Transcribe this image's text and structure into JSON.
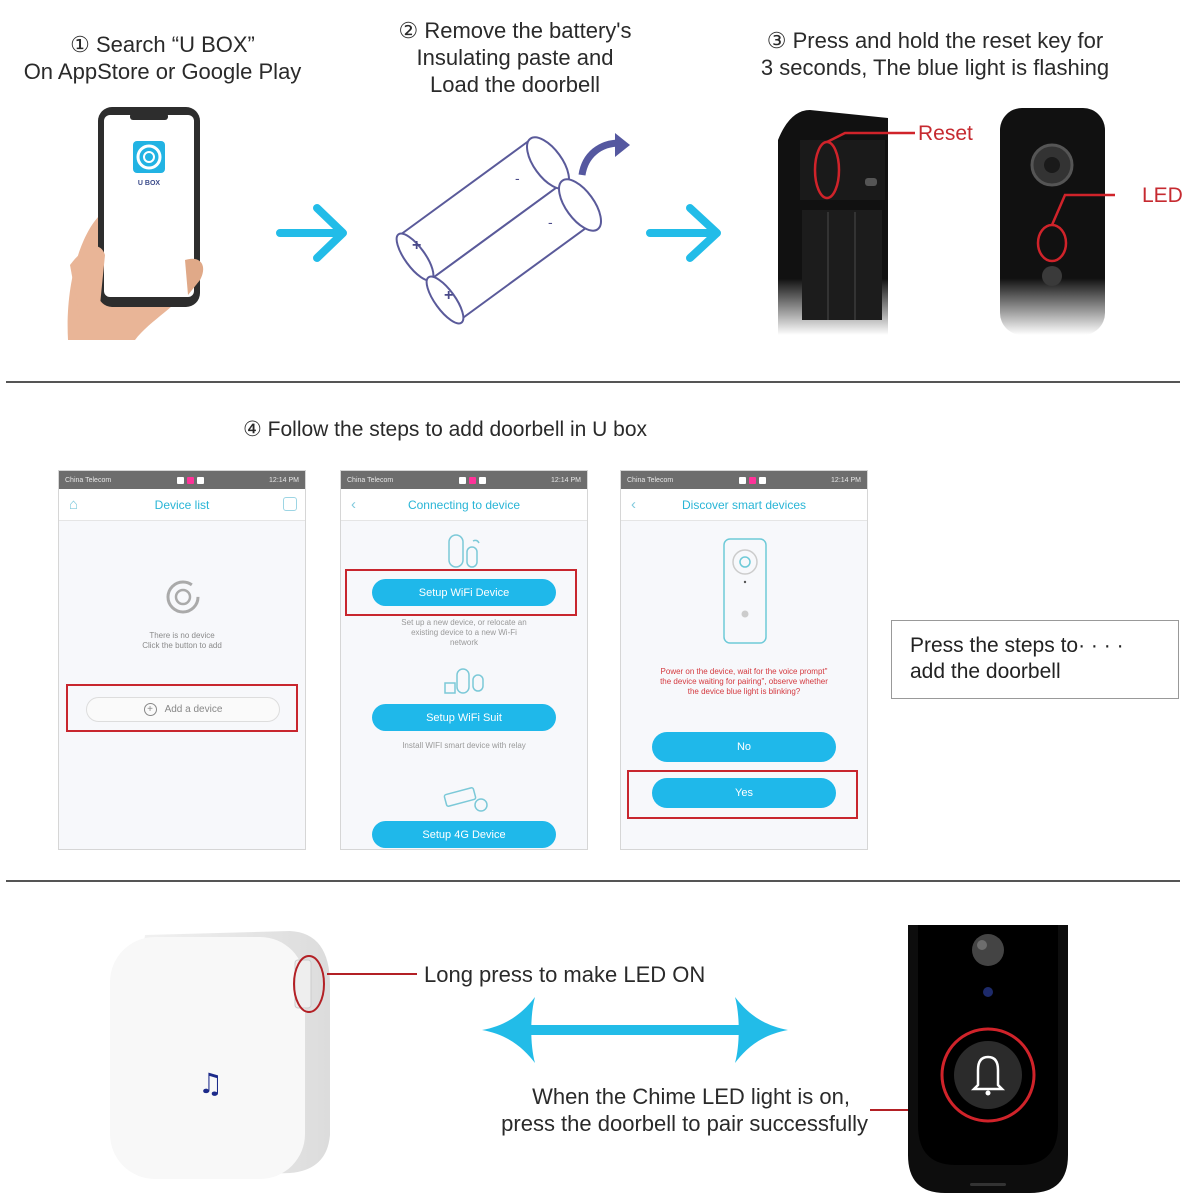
{
  "steps": {
    "step1": {
      "line1": "① Search “U BOX”",
      "line2": "On AppStore or Google Play",
      "app_label": "U BOX"
    },
    "step2": {
      "line1": "② Remove the battery's",
      "line2": "Insulating paste and",
      "line3": "Load the doorbell",
      "plus": "+",
      "minus": "-"
    },
    "step3": {
      "line1": "③ Press and hold the reset key for",
      "line2": "3 seconds, The blue light is flashing",
      "reset_label": "Reset",
      "led_label": "LED"
    },
    "step4": {
      "title": "④  Follow the steps to add doorbell in U box"
    }
  },
  "phones": [
    {
      "status": {
        "carrier": "China Telecom",
        "time": "12:14 PM"
      },
      "title": "Device list",
      "empty_line1": "There is no device",
      "empty_line2": "Click the button to add",
      "add_button": "Add a device"
    },
    {
      "status": {
        "carrier": "China Telecom",
        "time": "12:14 PM"
      },
      "title": "Connecting to device",
      "options": [
        {
          "label": "Setup WiFi Device",
          "hint": "Set up a new device, or relocate an existing device to a new Wi-Fi network"
        },
        {
          "label": "Setup WiFi Suit",
          "hint": "Install WIFI smart device with relay"
        },
        {
          "label": "Setup 4G Device",
          "hint": ""
        }
      ]
    },
    {
      "status": {
        "carrier": "China Telecom",
        "time": "12:14 PM"
      },
      "title": "Discover smart devices",
      "prompt": "Power on the device, wait for the voice prompt\" the device waiting for pairing\", observe whether the device blue light is blinking?",
      "no_button": "No",
      "yes_button": "Yes"
    }
  ],
  "note": {
    "line1": "Press the steps to· · · ·",
    "line2": "add the doorbell"
  },
  "pairing": {
    "chime_label": "Long press to make LED ON",
    "instruction_line1": "When the Chime LED light is on,",
    "instruction_line2": "press the doorbell to pair successfully"
  },
  "colors": {
    "accent_blue": "#1fb8ea",
    "highlight_red": "#c8262e",
    "title_teal": "#29b5d6"
  }
}
